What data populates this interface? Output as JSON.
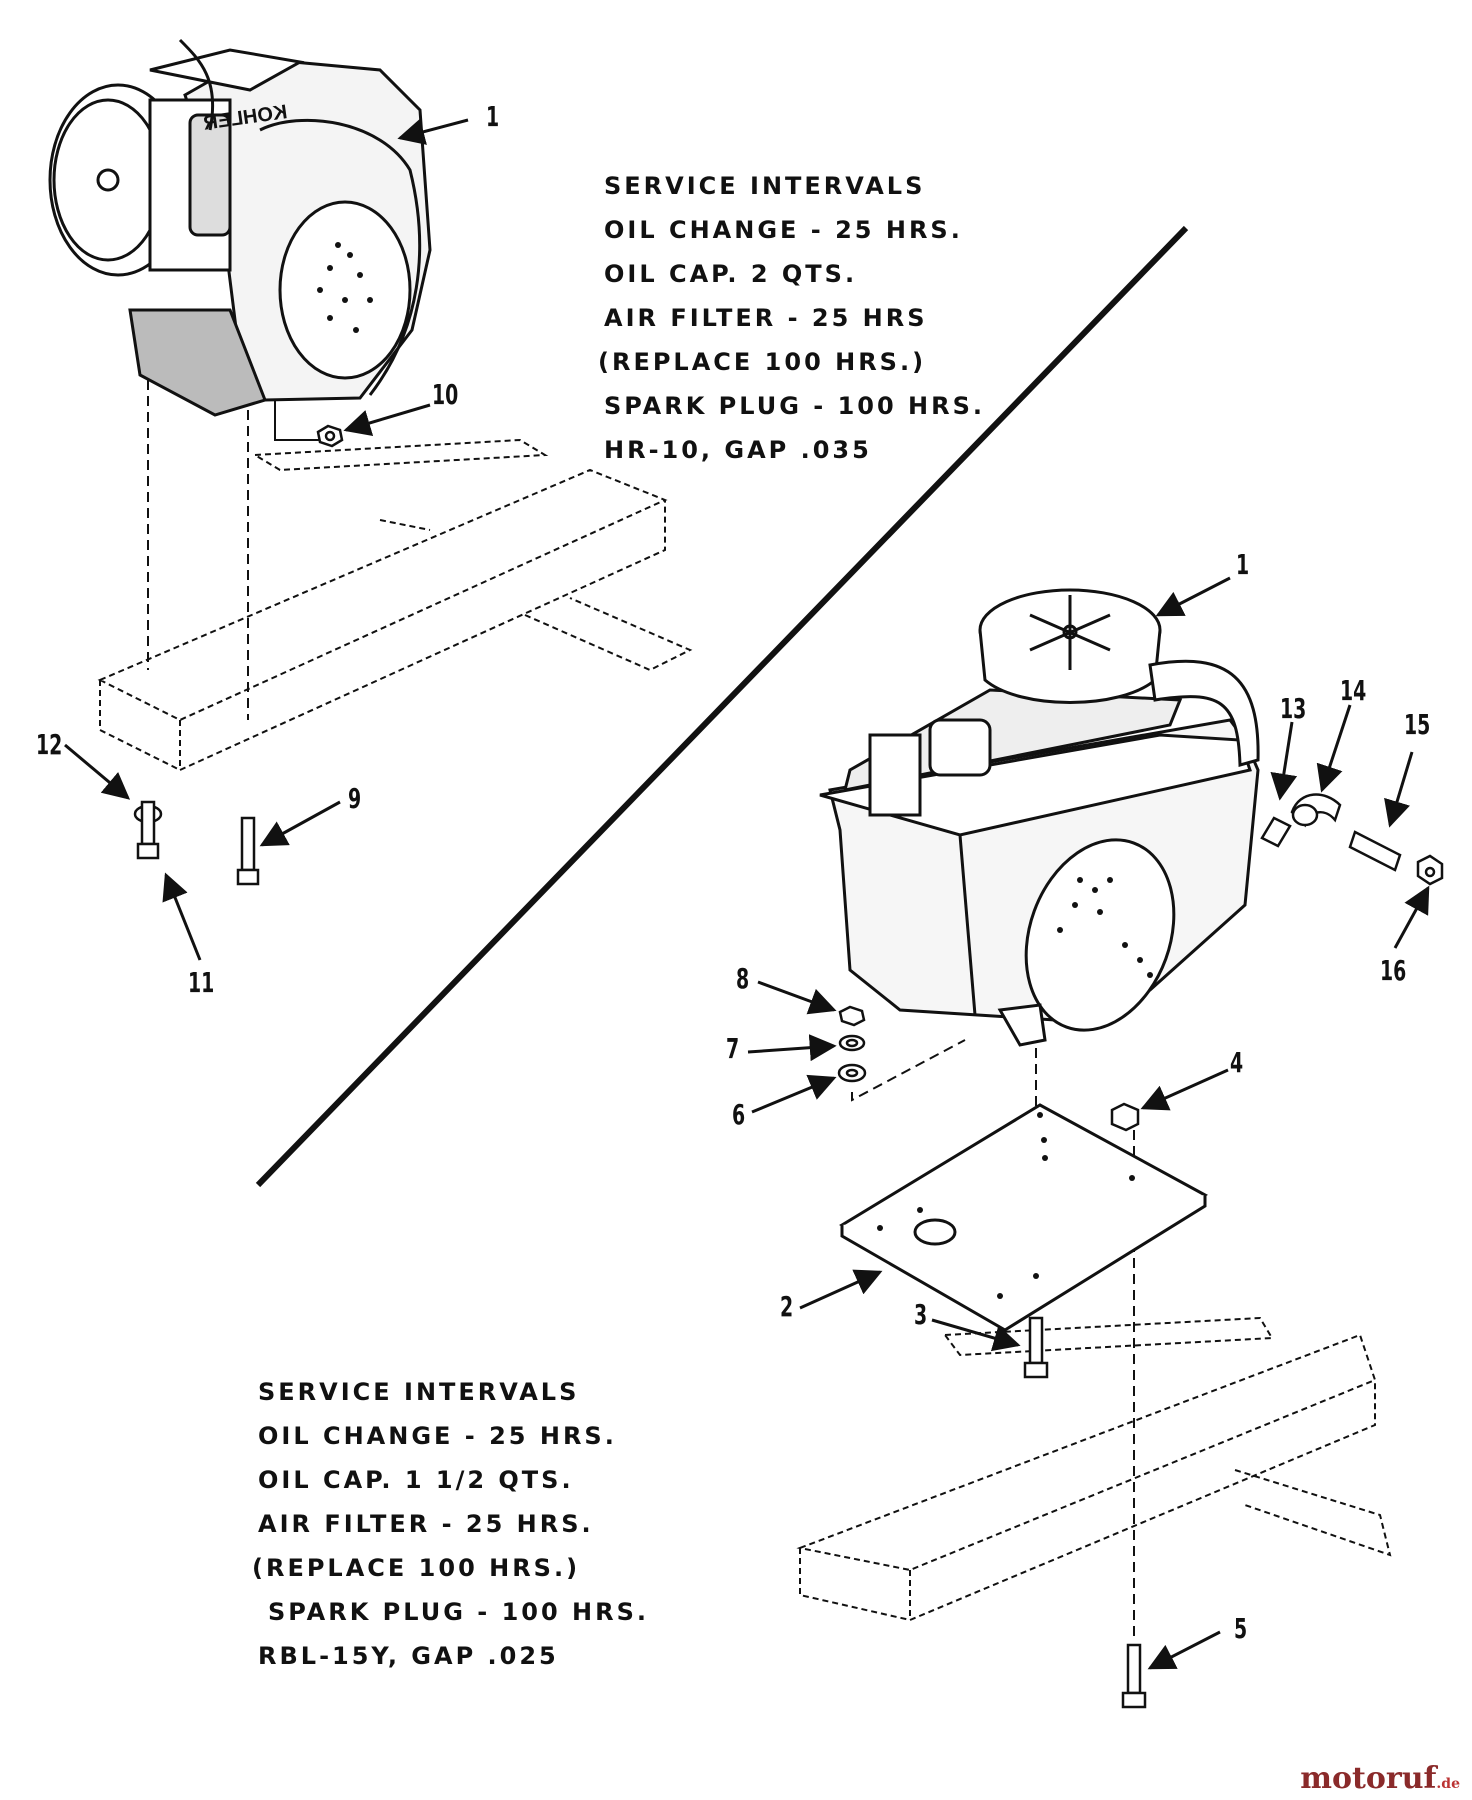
{
  "notes_top": [
    "SERVICE INTERVALS",
    "OIL CHANGE - 25 HRS.",
    "OIL CAP. 2 QTS.",
    "AIR FILTER - 25 HRS",
    "(REPLACE 100 HRS.)",
    "SPARK PLUG - 100 HRS.",
    "HR-10, GAP .035"
  ],
  "notes_bottom": [
    "SERVICE INTERVALS",
    "OIL CHANGE - 25 HRS.",
    "OIL CAP. 1 1/2 QTS.",
    "AIR FILTER - 25 HRS.",
    "(REPLACE 100 HRS.)",
    "SPARK PLUG - 100 HRS.",
    "RBL-15Y, GAP .025"
  ],
  "callouts": {
    "top_engine": "1",
    "top_nut": "10",
    "top_bolt_9": "9",
    "top_washer_12": "12",
    "top_bolt_11": "11",
    "bottom_engine": "1",
    "plate": "2",
    "bolt_3": "3",
    "nut_4": "4",
    "bolt_5": "5",
    "washer_6": "6",
    "washer_7": "7",
    "nut_8": "8",
    "fitting_13": "13",
    "elbow_14": "14",
    "pipe_15": "15",
    "cap_16": "16"
  },
  "engine_label": "KOHLER",
  "watermark": {
    "name": "motoruf",
    "tld": ".de",
    "color": "#8a2a2a"
  }
}
